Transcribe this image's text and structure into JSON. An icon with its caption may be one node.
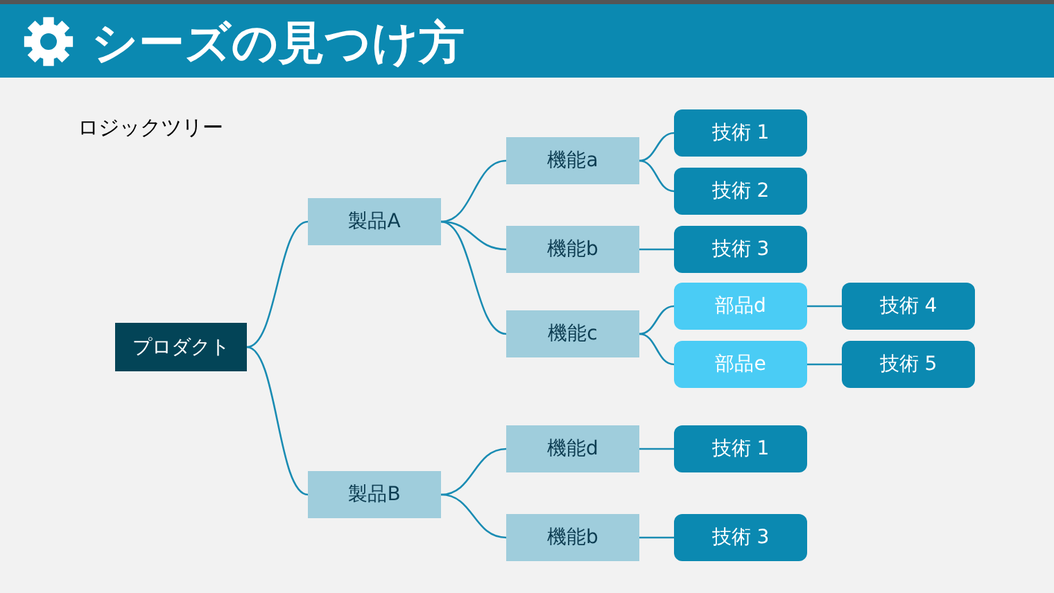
{
  "diagram": {
    "title": "シーズの見つけ方",
    "nodes": [
      {
        "text": [
          "プロダクト"
        ]
      },
      {
        "text": [
          "製品A"
        ]
      },
      {
        "text": [
          "製品B"
        ]
      },
      {
        "text": [
          "機能a"
        ]
      },
      {
        "text": [
          "機能b"
        ]
      },
      {
        "text": [
          "機能c"
        ]
      },
      {
        "text": [
          "機能d"
        ]
      },
      {
        "text": [
          "機能b"
        ]
      },
      {
        "text": [
          "技術 1"
        ]
      },
      {
        "text": [
          "技術 2"
        ]
      },
      {
        "text": [
          "技術 3"
        ]
      },
      {
        "text": [
          "部品d"
        ]
      },
      {
        "text": [
          "部品e"
        ]
      },
      {
        "text": [
          "技術 4"
        ]
      },
      {
        "text": [
          "技術 5"
        ]
      },
      {
        "text": [
          "技術 1"
        ]
      },
      {
        "text": [
          "技術 3"
        ]
      }
    ],
    "edges": [
      {
        "from": 0,
        "to": 1,
        "arrow": "none"
      },
      {
        "from": 0,
        "to": 2,
        "arrow": "none"
      },
      {
        "from": 1,
        "to": 3,
        "arrow": "none"
      },
      {
        "from": 1,
        "to": 4,
        "arrow": "none"
      },
      {
        "from": 1,
        "to": 5,
        "arrow": "none"
      },
      {
        "from": 3,
        "to": 8,
        "arrow": "none"
      },
      {
        "from": 3,
        "to": 9,
        "arrow": "none"
      },
      {
        "from": 4,
        "to": 10,
        "arrow": "none"
      },
      {
        "from": 5,
        "to": 11,
        "arrow": "none"
      },
      {
        "from": 5,
        "to": 12,
        "arrow": "none"
      },
      {
        "from": 11,
        "to": 13,
        "arrow": "none"
      },
      {
        "from": 12,
        "to": 14,
        "arrow": "none"
      },
      {
        "from": 2,
        "to": 6,
        "arrow": "none"
      },
      {
        "from": 2,
        "to": 7,
        "arrow": "none"
      },
      {
        "from": 6,
        "to": 15,
        "arrow": "none"
      },
      {
        "from": 7,
        "to": 16,
        "arrow": "none"
      }
    ],
    "labels": [
      "ロジックツリー"
    ]
  }
}
